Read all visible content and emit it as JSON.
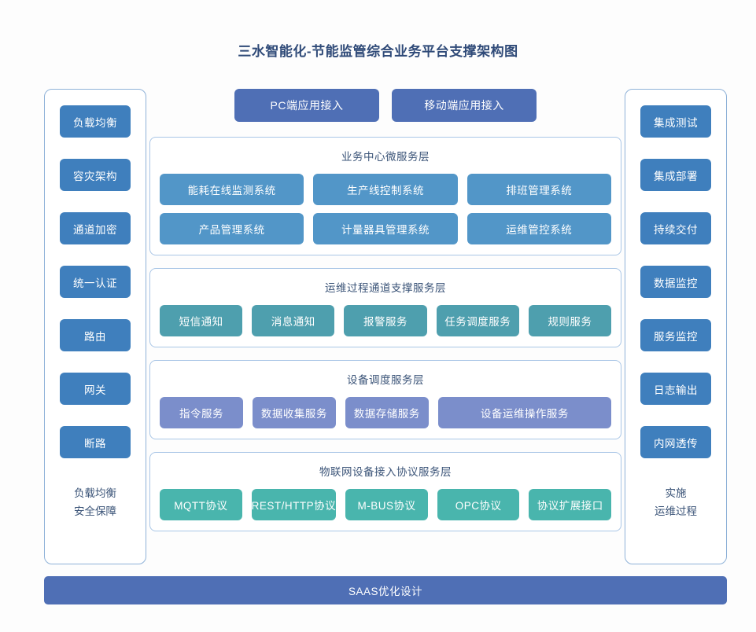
{
  "title": "三水智能化-节能监管综合业务平台支撑架构图",
  "colors": {
    "background": "#fdfdfd",
    "title_text": "#2f4a78",
    "rail_border": "#8fb2d8",
    "rail_button": "#3f7fbd",
    "access_button": "#4f6fb5",
    "layer_border": "#a9c6e6",
    "layer_title_text": "#3b5478",
    "tile_business": "#5296c8",
    "tile_ops": "#4e9fae",
    "tile_device": "#7b8ecb",
    "tile_protocol": "#49b5ad",
    "saas_bar": "#4f6fb5"
  },
  "left_rail": {
    "items": [
      {
        "label": "负载均衡"
      },
      {
        "label": "容灾架构"
      },
      {
        "label": "通道加密"
      },
      {
        "label": "统一认证"
      },
      {
        "label": "路由"
      },
      {
        "label": "网关"
      },
      {
        "label": "断路"
      }
    ],
    "footer_line1": "负载均衡",
    "footer_line2": "安全保障"
  },
  "right_rail": {
    "items": [
      {
        "label": "集成测试"
      },
      {
        "label": "集成部署"
      },
      {
        "label": "持续交付"
      },
      {
        "label": "数据监控"
      },
      {
        "label": "服务监控"
      },
      {
        "label": "日志输出"
      },
      {
        "label": "内网透传"
      }
    ],
    "footer_line1": "实施",
    "footer_line2": "运维过程"
  },
  "access_row": {
    "buttons": [
      {
        "label": "PC端应用接入"
      },
      {
        "label": "移动端应用接入"
      }
    ]
  },
  "layers": [
    {
      "id": "business",
      "title": "业务中心微服务层",
      "rows": [
        [
          {
            "label": "能耗在线监测系统"
          },
          {
            "label": "生产线控制系统"
          },
          {
            "label": "排班管理系统"
          }
        ],
        [
          {
            "label": "产品管理系统"
          },
          {
            "label": "计量器具管理系统"
          },
          {
            "label": "运维管控系统"
          }
        ]
      ]
    },
    {
      "id": "ops",
      "title": "运维过程通道支撑服务层",
      "rows": [
        [
          {
            "label": "短信通知"
          },
          {
            "label": "消息通知"
          },
          {
            "label": "报警服务"
          },
          {
            "label": "任务调度服务"
          },
          {
            "label": "规则服务"
          }
        ]
      ]
    },
    {
      "id": "device",
      "title": "设备调度服务层",
      "rows": [
        [
          {
            "label": "指令服务"
          },
          {
            "label": "数据收集服务"
          },
          {
            "label": "数据存储服务"
          },
          {
            "label": "设备运维操作服务",
            "wide": true
          }
        ]
      ]
    },
    {
      "id": "protocol",
      "title": "物联网设备接入协议服务层",
      "rows": [
        [
          {
            "label": "MQTT协议"
          },
          {
            "label": "REST/HTTP协议"
          },
          {
            "label": "M-BUS协议"
          },
          {
            "label": "OPC协议"
          },
          {
            "label": "协议扩展接口"
          }
        ]
      ]
    }
  ],
  "saas_bar": {
    "label": "SAAS优化设计"
  }
}
